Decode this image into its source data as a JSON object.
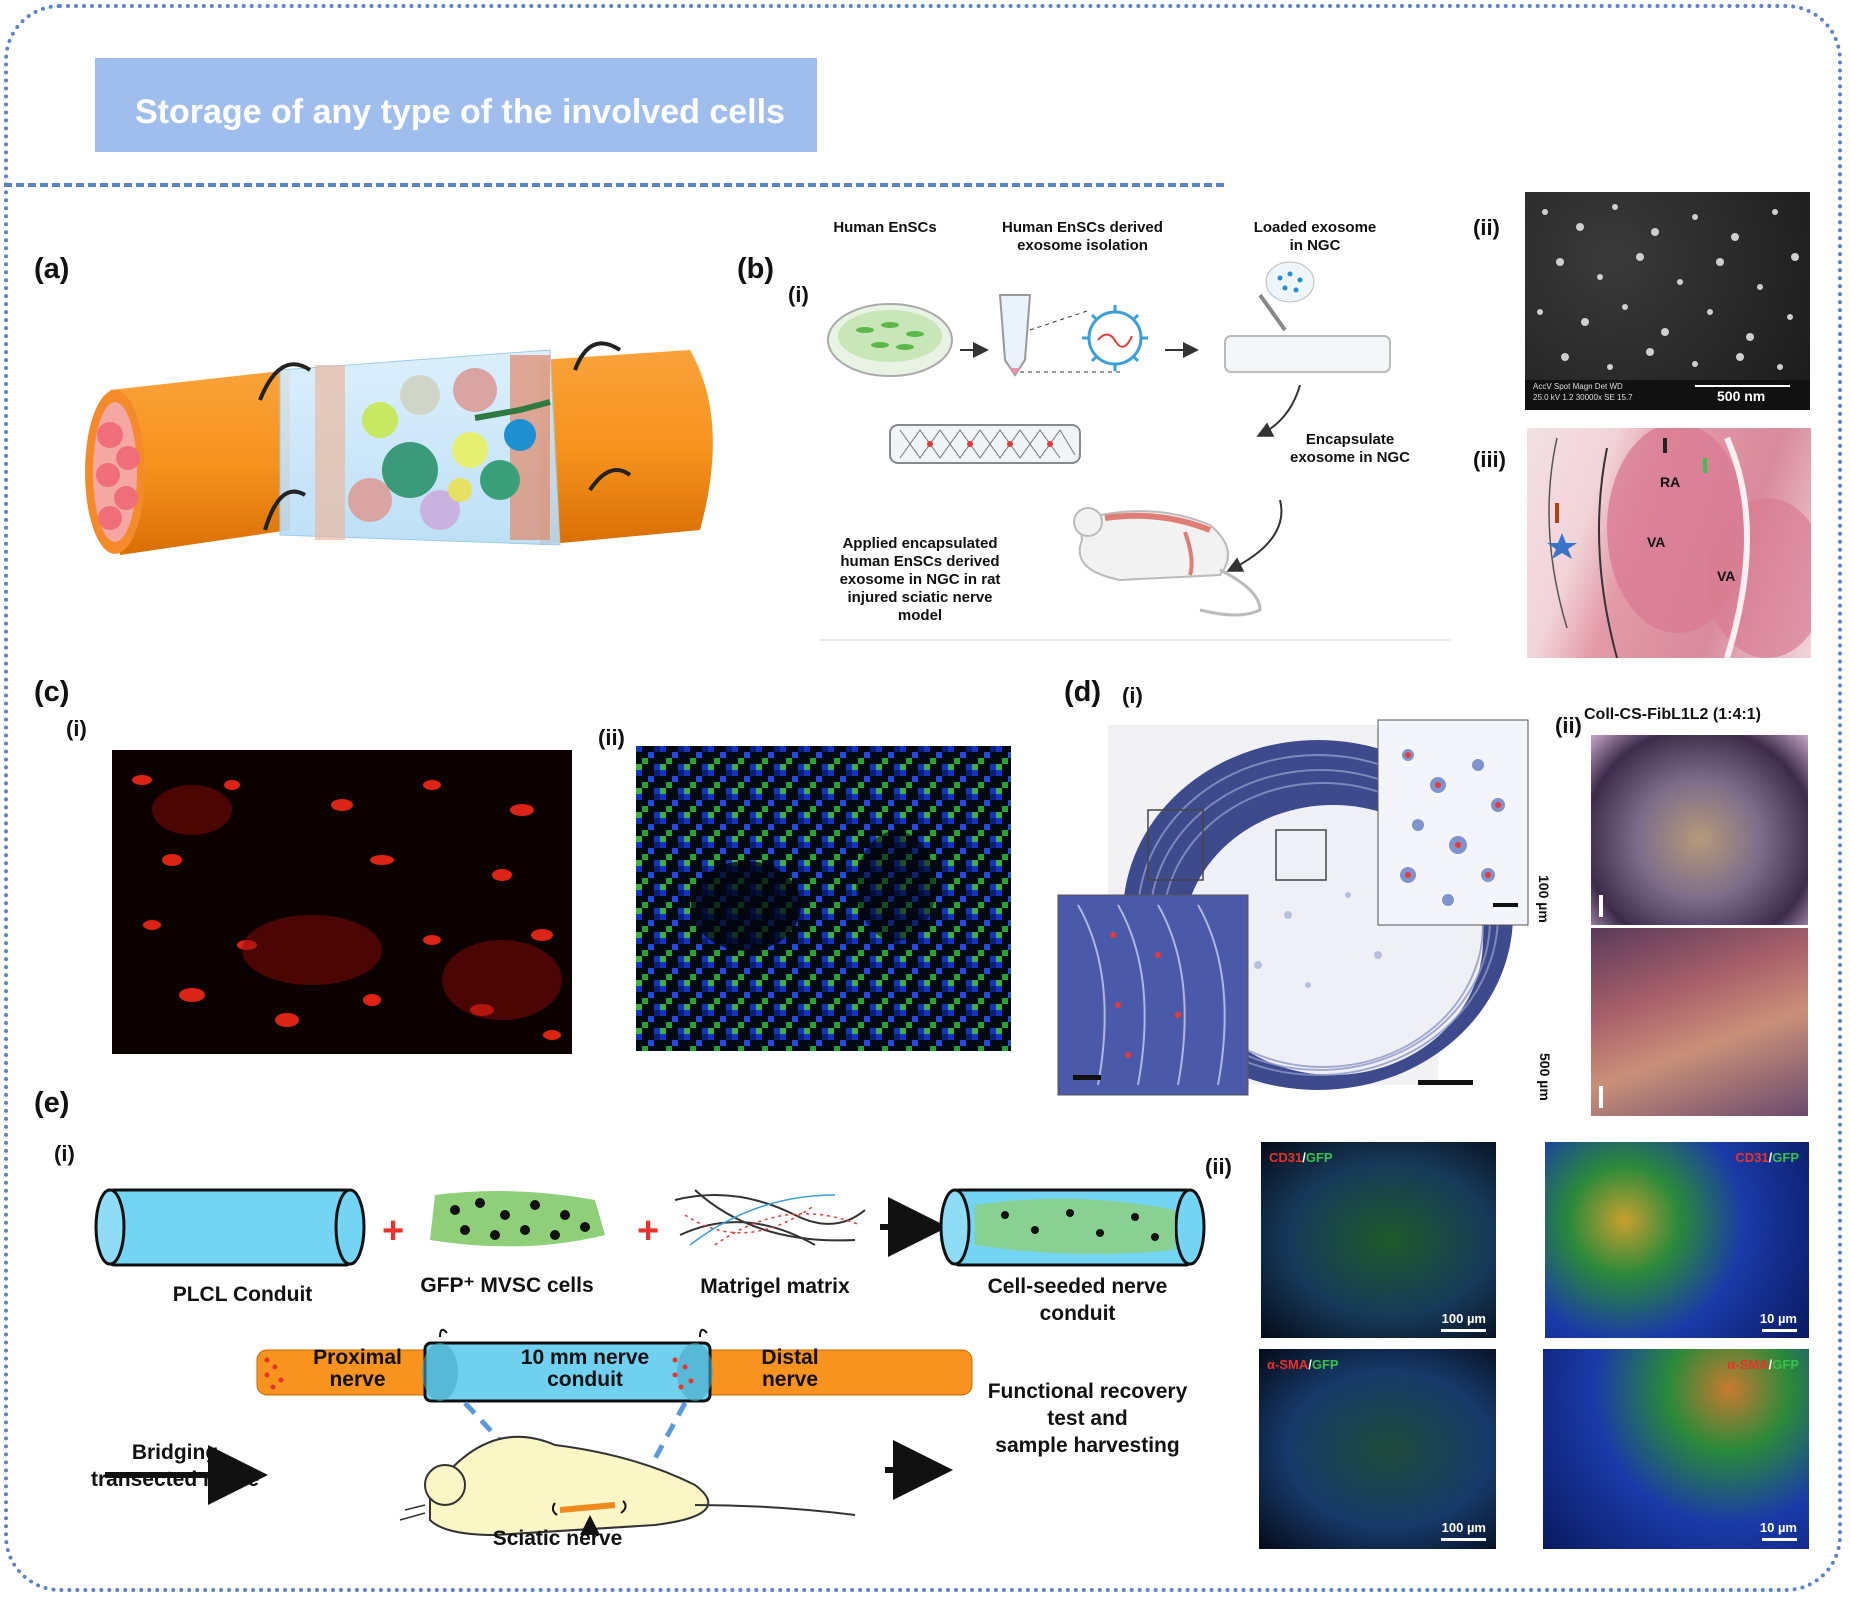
{
  "header": {
    "title": "Storage of any type of the involved cells"
  },
  "panels": {
    "a": {
      "label": "(a)"
    },
    "b": {
      "label": "(b)",
      "sub_i": "(i)",
      "sub_ii": "(ii)",
      "sub_iii": "(iii)",
      "step1": "Human EnSCs",
      "step2_l1": "Human EnSCs derived",
      "step2_l2": "exosome isolation",
      "step3_l1": "Loaded exosome",
      "step3_l2": "in NGC",
      "step4_l1": "Encapsulate",
      "step4_l2": "exosome in NGC",
      "step5_l1": "Applied encapsulated",
      "step5_l2": "human EnSCs derived",
      "step5_l3": "exosome in NGC in rat",
      "step5_l4": "injured sciatic nerve",
      "step5_l5": "model",
      "sem_scale": "500 nm",
      "sem_meta": "AccV  Spot Magn   Det  WD",
      "sem_meta2": "25.0 kV 1.2  30000x  SE  15.7",
      "he_ra": "RA",
      "he_va1": "VA",
      "he_va2": "VA"
    },
    "c": {
      "label": "(c)",
      "sub_i": "(i)",
      "sub_ii": "(ii)"
    },
    "d": {
      "label": "(d)",
      "sub_i": "(i)",
      "sub_ii": "(ii)",
      "sub_ii_title": "Coll-CS-FibL1L2 (1:4:1)",
      "scale_100": "100 µm",
      "scale_500": "500 µm"
    },
    "e": {
      "label": "(e)",
      "sub_i": "(i)",
      "sub_ii": "(ii)",
      "plcl": "PLCL Conduit",
      "cells": "GFP⁺ MVSC cells",
      "matrigel": "Matrigel matrix",
      "seeded_l1": "Cell-seeded nerve",
      "seeded_l2": "conduit",
      "plus": "+",
      "proximal_l1": "Proximal",
      "proximal_l2": "nerve",
      "conduit_l1": "10 mm nerve",
      "conduit_l2": "conduit",
      "distal_l1": "Distal",
      "distal_l2": "nerve",
      "bridging_l1": "Bridging",
      "bridging_l2": "transected nerve",
      "functional_l1": "Functional recovery",
      "functional_l2": "test and",
      "functional_l3": "sample harvesting",
      "sciatic": "Sciatic nerve",
      "cd31": "CD31",
      "gfp": "GFP",
      "slash": "/",
      "asma": "α-SMA",
      "scale_100": "100 µm",
      "scale_10": "10 µm"
    }
  },
  "colors": {
    "frame": "#5a83c9",
    "title_bg": "#9fbeed",
    "nerve_orange": "#f7931e",
    "conduit_blue": "#6fd0f0",
    "cells_green": "#8fcf7a",
    "red_label": "#e8322a",
    "green_label": "#38c24a"
  }
}
